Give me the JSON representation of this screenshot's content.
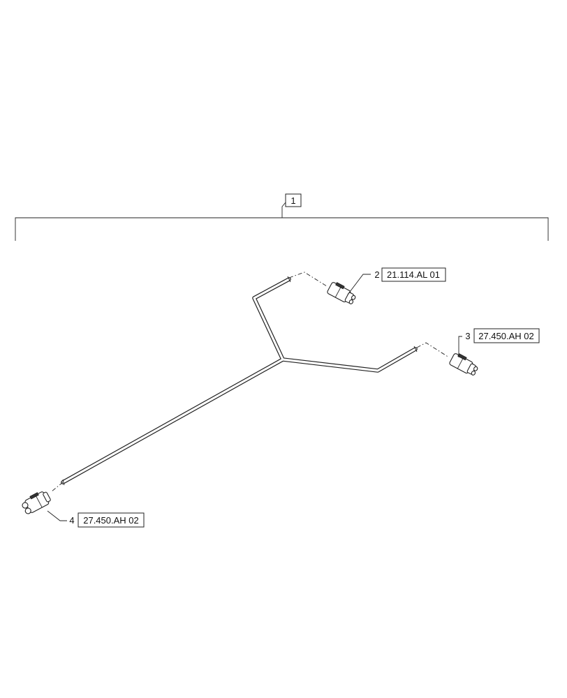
{
  "assembly": {
    "item_number": "1"
  },
  "callouts": [
    {
      "item": "2",
      "reference": "21.114.AL 01"
    },
    {
      "item": "3",
      "reference": "27.450.AH 02"
    },
    {
      "item": "4",
      "reference": "27.450.AH 02"
    }
  ]
}
